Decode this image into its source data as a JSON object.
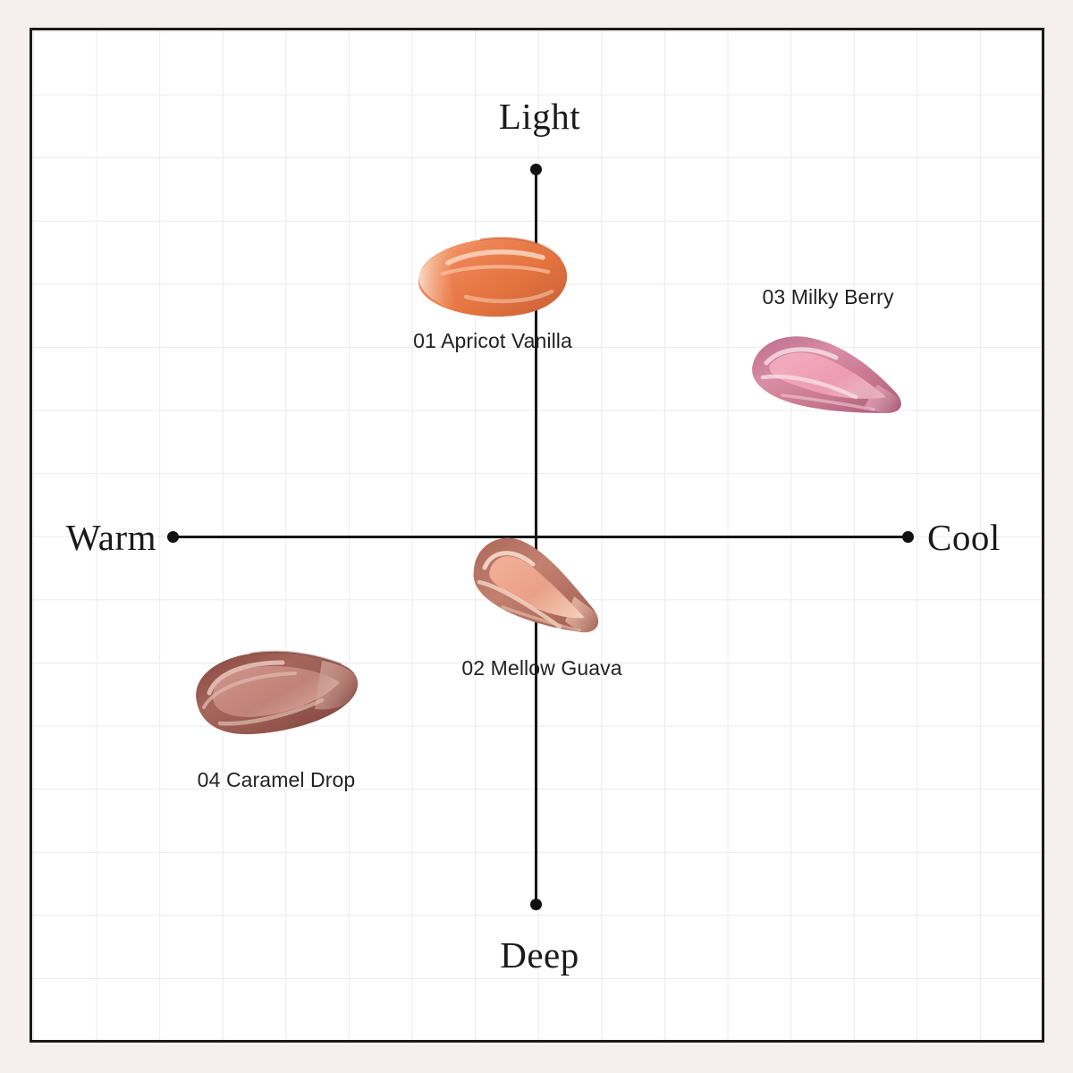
{
  "chart_data": {
    "type": "scatter",
    "title": "",
    "subtitle": "",
    "xlabel": "",
    "ylabel": "",
    "grid": true,
    "legend": false,
    "axes": {
      "x": {
        "negative_pole": "Warm",
        "positive_pole": "Cool",
        "range": [
          -1,
          1
        ]
      },
      "y": {
        "negative_pole": "Deep",
        "positive_pole": "Light",
        "range": [
          -1,
          1
        ]
      }
    },
    "poles": {
      "top": "Light",
      "bottom": "Deep",
      "left": "Warm",
      "right": "Cool"
    },
    "points": [
      {
        "id": "01",
        "label": "01 Apricot Vanilla",
        "name": "Apricot Vanilla",
        "x": -0.04,
        "y": 0.55,
        "warmth": "Warm",
        "depth": "Light",
        "color_dark": "#C1603A",
        "color_mid": "#E8814F",
        "color_light": "#F6B893",
        "color_tail": "#FAE3D5"
      },
      {
        "id": "02",
        "label": "02 Mellow Guava",
        "name": "Mellow Guava",
        "x": 0.01,
        "y": -0.15,
        "warmth": "Neutral",
        "depth": "Mid",
        "color_dark": "#A8675A",
        "color_mid": "#C9867A",
        "color_light": "#EFA88F",
        "color_tail": "#F7CDB7"
      },
      {
        "id": "03",
        "label": "03 Milky Berry",
        "name": "Milky Berry",
        "x": 0.55,
        "y": 0.35,
        "warmth": "Cool",
        "depth": "Light",
        "color_dark": "#B4637F",
        "color_mid": "#D0809A",
        "color_light": "#F0A9BE",
        "color_tail": "#F8DCE4"
      },
      {
        "id": "04",
        "label": "04 Caramel Drop",
        "name": "Caramel Drop",
        "x": -0.62,
        "y": -0.43,
        "warmth": "Warm",
        "depth": "Deep",
        "color_dark": "#80443E",
        "color_mid": "#A5665C",
        "color_light": "#C98A80",
        "color_tail": "#E3B7AC"
      }
    ],
    "style": {
      "page_background": "#F5F0ED",
      "panel_background": "#FFFFFF",
      "panel_border": "#1B1B1B",
      "grid_color": "#EBEBEB",
      "axis_color": "#151515",
      "pole_text_color": "#1A1A1A",
      "shade_text_color": "#222222"
    }
  }
}
